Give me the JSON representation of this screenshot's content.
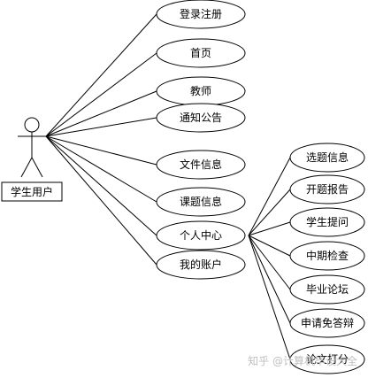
{
  "actor": {
    "label": "学生用户"
  },
  "main_use_cases": [
    {
      "id": "login",
      "label": "登录注册"
    },
    {
      "id": "home",
      "label": "首页"
    },
    {
      "id": "teacher",
      "label": "教师"
    },
    {
      "id": "notice",
      "label": "通知公告"
    },
    {
      "id": "files",
      "label": "文件信息"
    },
    {
      "id": "topics",
      "label": "课题信息"
    },
    {
      "id": "personal",
      "label": "个人中心"
    },
    {
      "id": "account",
      "label": "我的账户"
    }
  ],
  "sub_use_cases": [
    {
      "id": "topic-selection",
      "label": "选题信息"
    },
    {
      "id": "proposal",
      "label": "开题报告"
    },
    {
      "id": "student-question",
      "label": "学生提问"
    },
    {
      "id": "midterm",
      "label": "中期检查"
    },
    {
      "id": "forum",
      "label": "毕业论坛"
    },
    {
      "id": "defense-exemption",
      "label": "申请免答辩"
    },
    {
      "id": "thesis-grading",
      "label": "论文打分"
    }
  ],
  "watermark": "知乎 @计算机毕设大全",
  "colors": {
    "stroke": "#000000",
    "fill": "#ffffff",
    "watermark": "#bfbfbf"
  }
}
